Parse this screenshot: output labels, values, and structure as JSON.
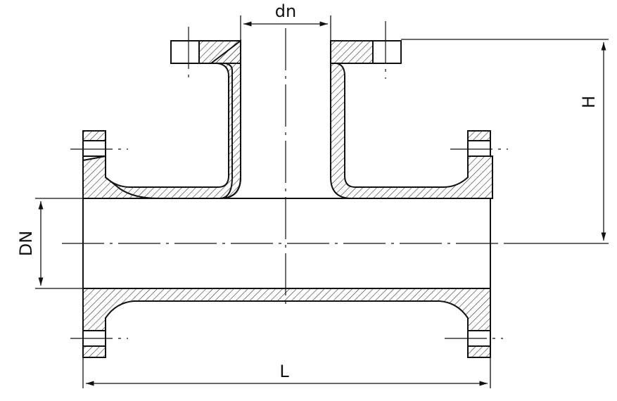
{
  "labels": {
    "dn": "dn",
    "DN": "DN",
    "H": "H",
    "L": "L"
  },
  "colors": {
    "line": "#111111",
    "hatch": "#333333",
    "background": "#ffffff"
  }
}
